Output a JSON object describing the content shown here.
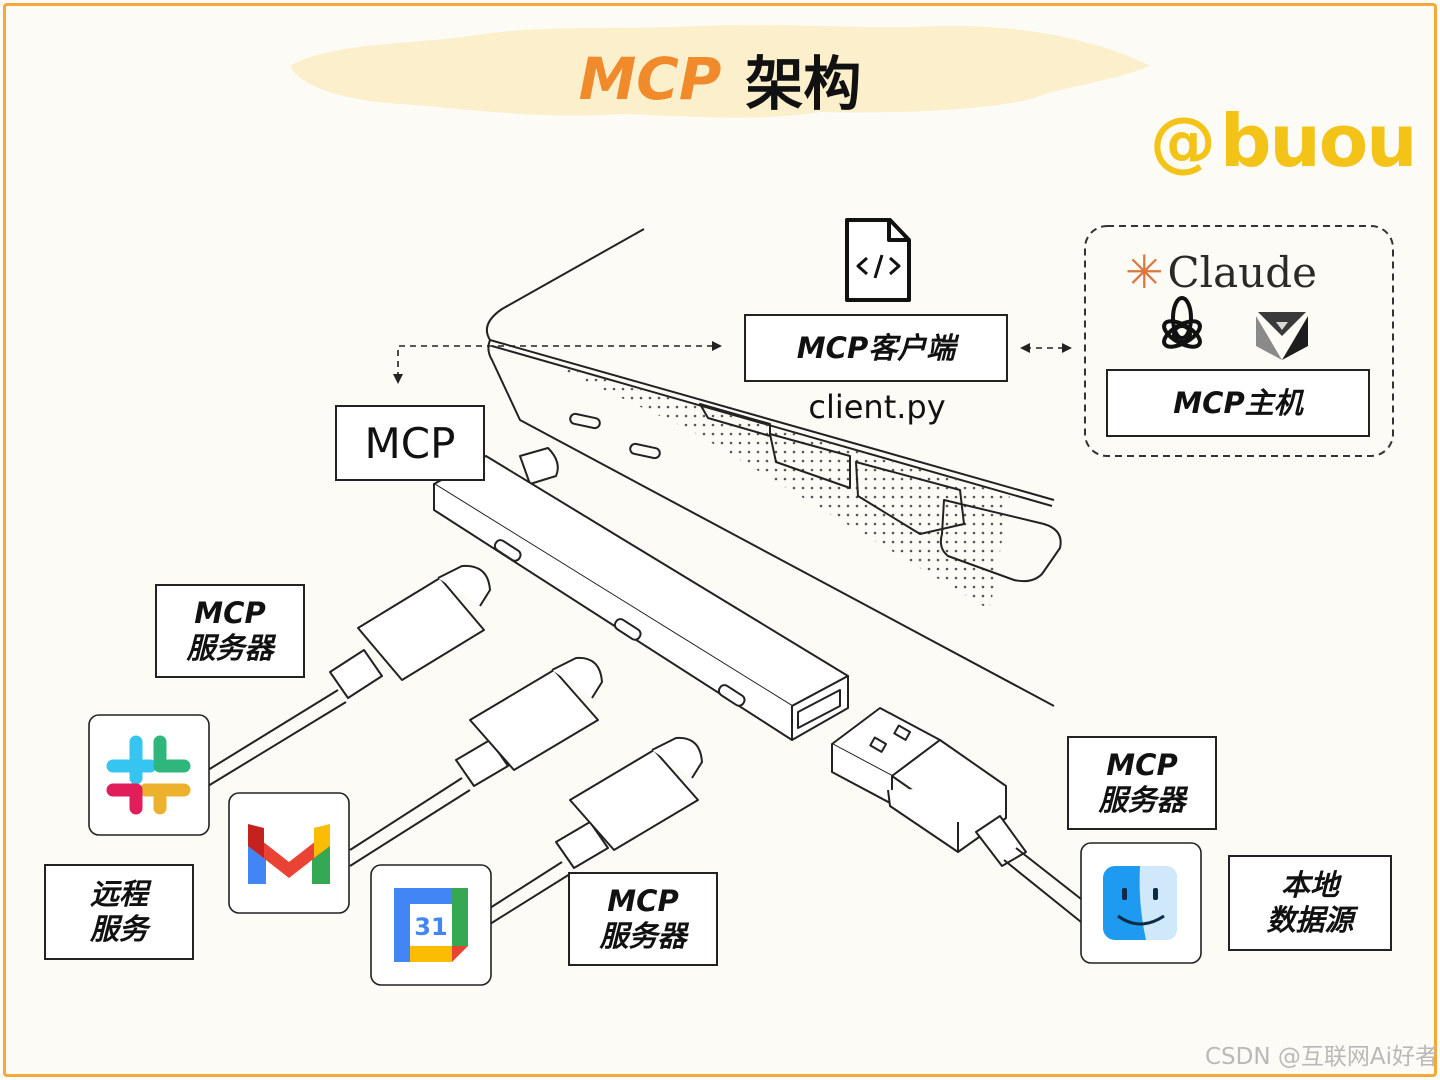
{
  "title": {
    "prefix": "MCP",
    "suffix": "架构"
  },
  "brand": {
    "at": "@",
    "name": "buou"
  },
  "host": {
    "label": "MCP主机",
    "claude": "Claude"
  },
  "client": {
    "label": "MCP客户端",
    "file": "client.py"
  },
  "hub": {
    "label": "MCP"
  },
  "servers": [
    {
      "line1": "MCP",
      "line2": "服务器"
    },
    {
      "line1": "MCP",
      "line2": "服务器"
    },
    {
      "line1": "MCP",
      "line2": "服务器"
    }
  ],
  "remote": {
    "line1": "远程",
    "line2": "服务"
  },
  "local": {
    "line1": "本地",
    "line2": "数据源"
  },
  "calendar": {
    "day": "31"
  },
  "watermark": "CSDN @互联网Ai好者",
  "colors": {
    "accent": "#f08a2a",
    "brand": "#f3c318",
    "frame": "#f4a83a",
    "cloud": "#fbefcc"
  },
  "icons": [
    "file-code-icon",
    "claude-icon",
    "openai-icon",
    "grok-icon",
    "slack-icon",
    "gmail-icon",
    "google-calendar-icon",
    "finder-icon"
  ]
}
